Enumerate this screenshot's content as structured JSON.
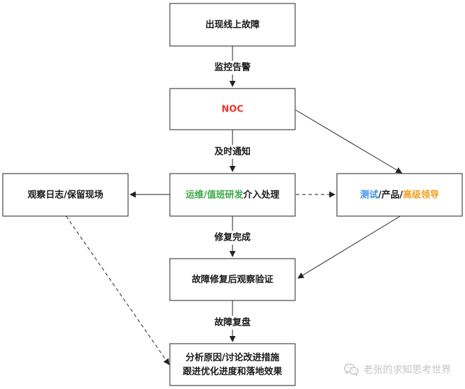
{
  "nodes": {
    "fault": {
      "segments": [
        {
          "text": "出现线上故障",
          "color": "#1a1a1a"
        }
      ]
    },
    "noc": {
      "segments": [
        {
          "text": "NOC",
          "color": "#e8332b"
        }
      ]
    },
    "observe": {
      "segments": [
        {
          "text": "观察日志/保留现场",
          "color": "#1a1a1a"
        }
      ]
    },
    "handle": {
      "segments": [
        {
          "text": "运维/值班研发",
          "color": "#3aa845"
        },
        {
          "text": "介入处理",
          "color": "#1a1a1a"
        }
      ]
    },
    "notify": {
      "segments": [
        {
          "text": "测试",
          "color": "#3d8ee8"
        },
        {
          "text": "/产品/",
          "color": "#1a1a1a"
        },
        {
          "text": "高级领导",
          "color": "#f0a020"
        }
      ]
    },
    "verify": {
      "segments": [
        {
          "text": "故障修复后观察验证",
          "color": "#1a1a1a"
        }
      ]
    },
    "review": {
      "lines": [
        [
          {
            "text": "分析原因/讨论改进措施",
            "color": "#1a1a1a"
          }
        ],
        [
          {
            "text": "跟进优化进度和落地效果",
            "color": "#1a1a1a"
          }
        ]
      ]
    }
  },
  "edges": {
    "monitor_alert": "监控告警",
    "notify_timely": "及时通知",
    "repair_done": "修复完成",
    "fault_review": "故障复盘"
  },
  "watermark": {
    "icon": "wechat-icon",
    "text": "老张的求知思考世界",
    "color": "#c4c4c4"
  }
}
